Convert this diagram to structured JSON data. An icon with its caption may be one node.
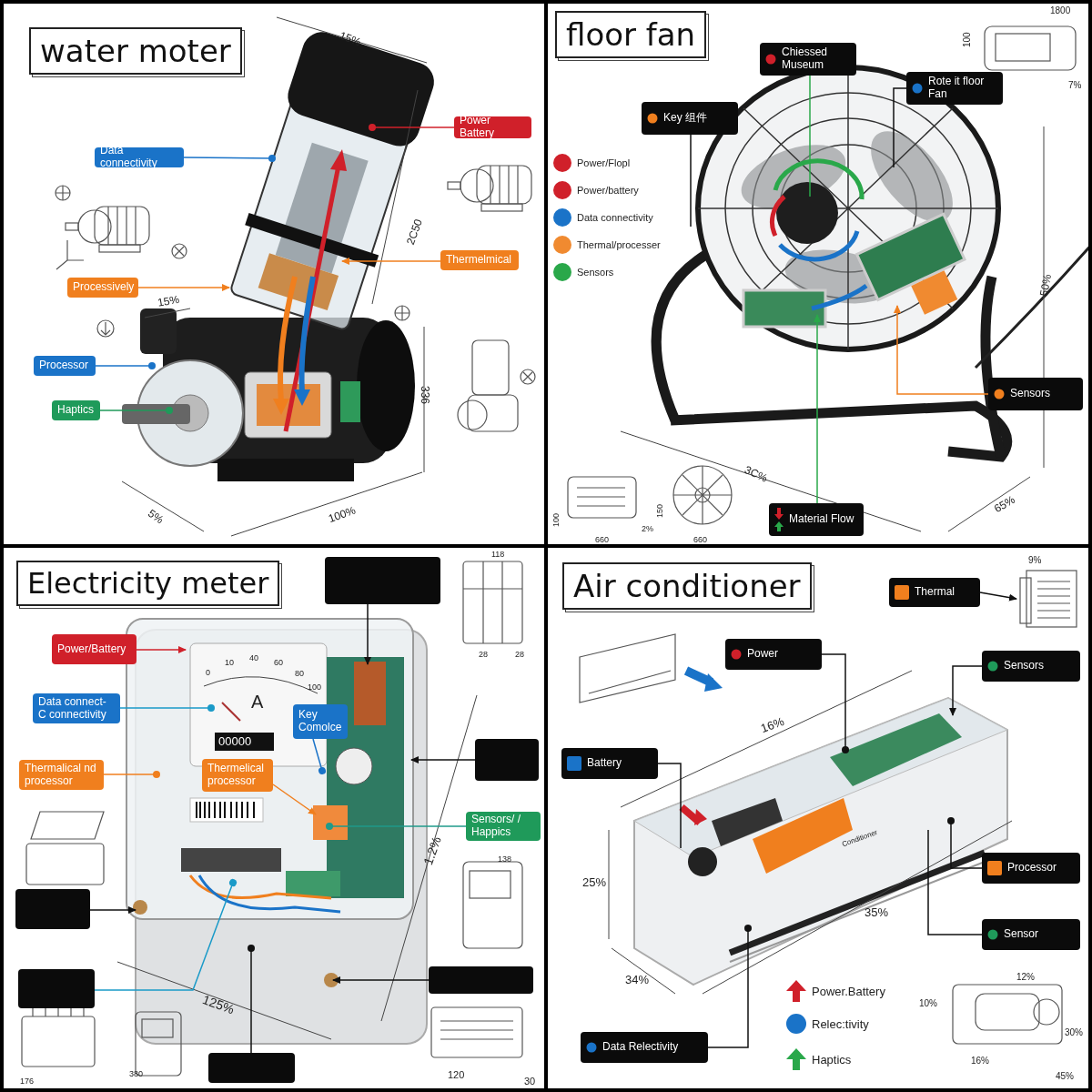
{
  "diagram": {
    "nodes": [
      {
        "text": [
          "water moter"
        ]
      },
      {
        "text": [
          "Power Battery"
        ],
        "in": 0
      },
      {
        "text": [
          "Data connectivity"
        ],
        "in": 0
      },
      {
        "text": [
          "Thermelmical"
        ],
        "in": 0
      },
      {
        "text": [
          "Processively"
        ],
        "in": 0
      },
      {
        "text": [
          "Processor"
        ],
        "in": 0
      },
      {
        "text": [
          "Haptics"
        ],
        "in": 0
      },
      {
        "text": [
          "floor fan"
        ]
      },
      {
        "text": [
          "Chiessed Museum"
        ],
        "in": 7
      },
      {
        "text": [
          "Rote it floor Fan"
        ],
        "in": 7
      },
      {
        "text": [
          "Key 组件"
        ],
        "in": 7
      },
      {
        "text": [
          "Sensors"
        ],
        "in": 7
      },
      {
        "text": [
          "Material Flow"
        ],
        "in": 7
      },
      {
        "text": [
          "Electricity meter"
        ]
      },
      {
        "text": [],
        "shape": "box",
        "in": 13
      },
      {
        "text": [
          "Power/Battery"
        ],
        "in": 13
      },
      {
        "text": [
          "Data connect- C connectivity"
        ],
        "in": 13
      },
      {
        "text": [
          "Key Comolce"
        ],
        "in": 13
      },
      {
        "text": [],
        "shape": "box",
        "in": 13
      },
      {
        "text": [
          "Thermelical processor"
        ],
        "in": 13
      },
      {
        "text": [
          "Thermalical nd processor"
        ],
        "in": 13
      },
      {
        "text": [
          "Sensors/ / Happics"
        ],
        "in": 13
      },
      {
        "text": [],
        "shape": "box",
        "in": 13
      },
      {
        "text": [],
        "shape": "box",
        "in": 13
      },
      {
        "text": [],
        "shape": "box",
        "in": 13
      },
      {
        "text": [],
        "shape": "box",
        "in": 13
      },
      {
        "text": [
          "Air conditioner"
        ]
      },
      {
        "text": [
          "Thermal"
        ],
        "in": 26
      },
      {
        "text": [],
        "shape": "picture",
        "in": 26
      },
      {
        "text": [
          "Power"
        ],
        "in": 26
      },
      {
        "text": [
          "Sensors"
        ],
        "in": 26
      },
      {
        "text": [
          "Battery"
        ],
        "in": 26
      },
      {
        "text": [
          "Processor"
        ],
        "in": 26
      },
      {
        "text": [
          "Sensor"
        ],
        "in": 26
      },
      {
        "text": [
          "Data Relectivity"
        ],
        "in": 26
      }
    ],
    "edges": [
      {
        "from": 1,
        "to": null,
        "arrow": "other",
        "color": "#d0202a"
      },
      {
        "from": 2,
        "to": null,
        "arrow": "other",
        "color": "#1a73c8"
      },
      {
        "from": 3,
        "to": null,
        "arrow": "to",
        "color": "#f07f1e"
      },
      {
        "from": 4,
        "to": null,
        "arrow": "to",
        "color": "#f07f1e"
      },
      {
        "from": 5,
        "to": null,
        "arrow": "other",
        "color": "#1a73c8"
      },
      {
        "from": 6,
        "to": null,
        "arrow": "other",
        "color": "#1f9a5a"
      },
      {
        "from": 8,
        "to": null,
        "arrow": "none",
        "color": "#2aa84a"
      },
      {
        "from": 9,
        "to": null,
        "arrow": "none"
      },
      {
        "from": 10,
        "to": null,
        "arrow": "none"
      },
      {
        "from": 11,
        "to": null,
        "arrow": "to",
        "color": "#f07f1e"
      },
      {
        "from": 12,
        "to": null,
        "arrow": "to",
        "color": "#2aa84a"
      },
      {
        "from": 14,
        "to": null,
        "arrow": "to"
      },
      {
        "from": 15,
        "to": null,
        "arrow": "to",
        "color": "#d0202a"
      },
      {
        "from": 16,
        "to": null,
        "arrow": "other",
        "color": "#1a9ac8"
      },
      {
        "from": 17,
        "to": null,
        "arrow": "other",
        "color": "#1a73c8"
      },
      {
        "from": 18,
        "to": null,
        "arrow": "to"
      },
      {
        "from": 19,
        "to": null,
        "arrow": "to",
        "color": "#f07f1e"
      },
      {
        "from": 20,
        "to": null,
        "arrow": "other",
        "color": "#f07f1e"
      },
      {
        "from": 21,
        "to": null,
        "arrow": "other",
        "color": "#1f9a8a"
      },
      {
        "from": 22,
        "to": null,
        "arrow": "to"
      },
      {
        "from": 23,
        "to": null,
        "arrow": "to"
      },
      {
        "from": 24,
        "to": null,
        "arrow": "other",
        "color": "#1a9ac8"
      },
      {
        "from": 25,
        "to": null,
        "arrow": "other"
      },
      {
        "from": 27,
        "to": 28,
        "arrow": "to"
      },
      {
        "from": 29,
        "to": null,
        "arrow": "other"
      },
      {
        "from": 30,
        "to": null,
        "arrow": "to"
      },
      {
        "from": 31,
        "to": null,
        "arrow": "none"
      },
      {
        "from": 32,
        "to": null,
        "arrow": "other"
      },
      {
        "from": 33,
        "to": null,
        "arrow": "none"
      },
      {
        "from": 34,
        "to": null,
        "arrow": "other"
      }
    ],
    "labels": [
      "15%",
      "2C50",
      "15%",
      "336",
      "5%",
      "100%",
      "1800",
      "100",
      "7%",
      "50%",
      "3C%",
      "65%",
      "100",
      "2%",
      "660",
      "150",
      "660",
      "118",
      "28",
      "28",
      "0",
      "10",
      "40",
      "60",
      "80",
      "100",
      "A",
      "00000",
      "1.2%",
      "138",
      "125%",
      "380",
      "176",
      "120",
      "30",
      "9%",
      "16%",
      "25%",
      "Conditioner",
      "35%",
      "34%",
      "12%",
      "10%",
      "30%",
      "16%",
      "45%"
    ],
    "legend": [
      {
        "text": "Power/Flopl",
        "color": "#d0202a"
      },
      {
        "text": "Power/battery",
        "color": "#d0202a"
      },
      {
        "text": "Data connectivity",
        "color": "#1a73c8"
      },
      {
        "text": "Thermal/processer",
        "color": "#f08a30"
      },
      {
        "text": "Sensors",
        "color": "#2aa84a"
      },
      {
        "text": "Power.Battery"
      },
      {
        "text": "Relec:tivity",
        "color": "#1a73c8"
      },
      {
        "text": "Haptics"
      }
    ]
  }
}
